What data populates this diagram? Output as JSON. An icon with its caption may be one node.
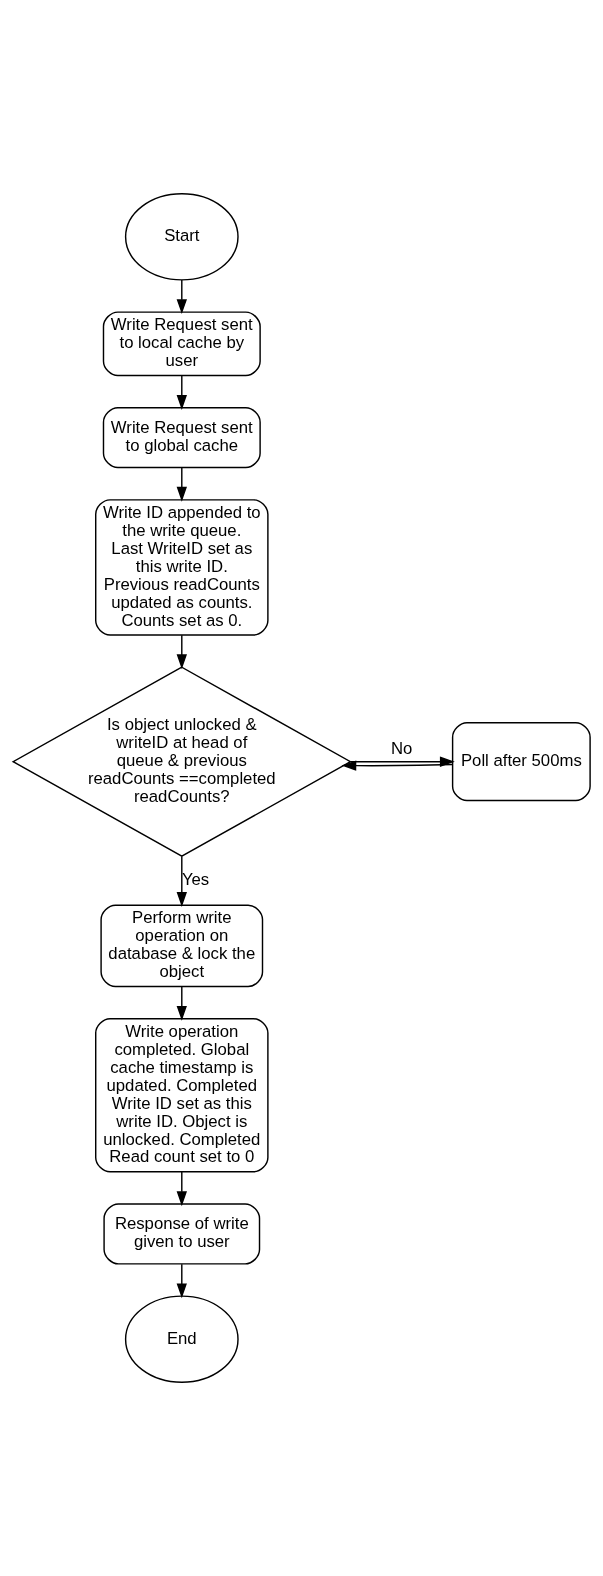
{
  "diagram": {
    "nodes": [
      {
        "text": [
          "Start"
        ]
      },
      {
        "text": [
          "Write Request sent to local cache by user"
        ]
      },
      {
        "text": [
          "Write Request sent to global cache"
        ]
      },
      {
        "text": [
          "Write ID appended to the write queue. Last WriteID set as this write ID.  Previous readCounts updated as counts. Counts set as 0."
        ]
      },
      {
        "text": [
          "Is object unlocked & writeID at head of queue & previous readCounts ==completed readCounts?"
        ]
      },
      {
        "text": [
          "Poll after 500ms"
        ]
      },
      {
        "text": [
          "Perform write operation on database & lock the object"
        ]
      },
      {
        "text": [
          "Write operation completed. Global cache timestamp is updated. Completed Write ID set as this write ID. Object is unlocked. Completed Read count set to 0"
        ]
      },
      {
        "text": [
          "Response of write given to user"
        ]
      },
      {
        "text": [
          "End"
        ]
      }
    ],
    "edges": [
      {
        "from": 0,
        "to": 1,
        "arrow": "to"
      },
      {
        "from": 1,
        "to": 2,
        "arrow": "to"
      },
      {
        "from": 2,
        "to": 3,
        "arrow": "to"
      },
      {
        "from": 3,
        "to": 4,
        "arrow": "to"
      },
      {
        "from": 4,
        "to": 5,
        "arrow": "to",
        "label": "No"
      },
      {
        "from": 5,
        "to": 4,
        "arrow": "to"
      },
      {
        "from": 4,
        "to": 6,
        "arrow": "to",
        "label": "Yes"
      },
      {
        "from": 6,
        "to": 7,
        "arrow": "to"
      },
      {
        "from": 7,
        "to": 8,
        "arrow": "to"
      },
      {
        "from": 8,
        "to": 9,
        "arrow": "to"
      }
    ]
  }
}
